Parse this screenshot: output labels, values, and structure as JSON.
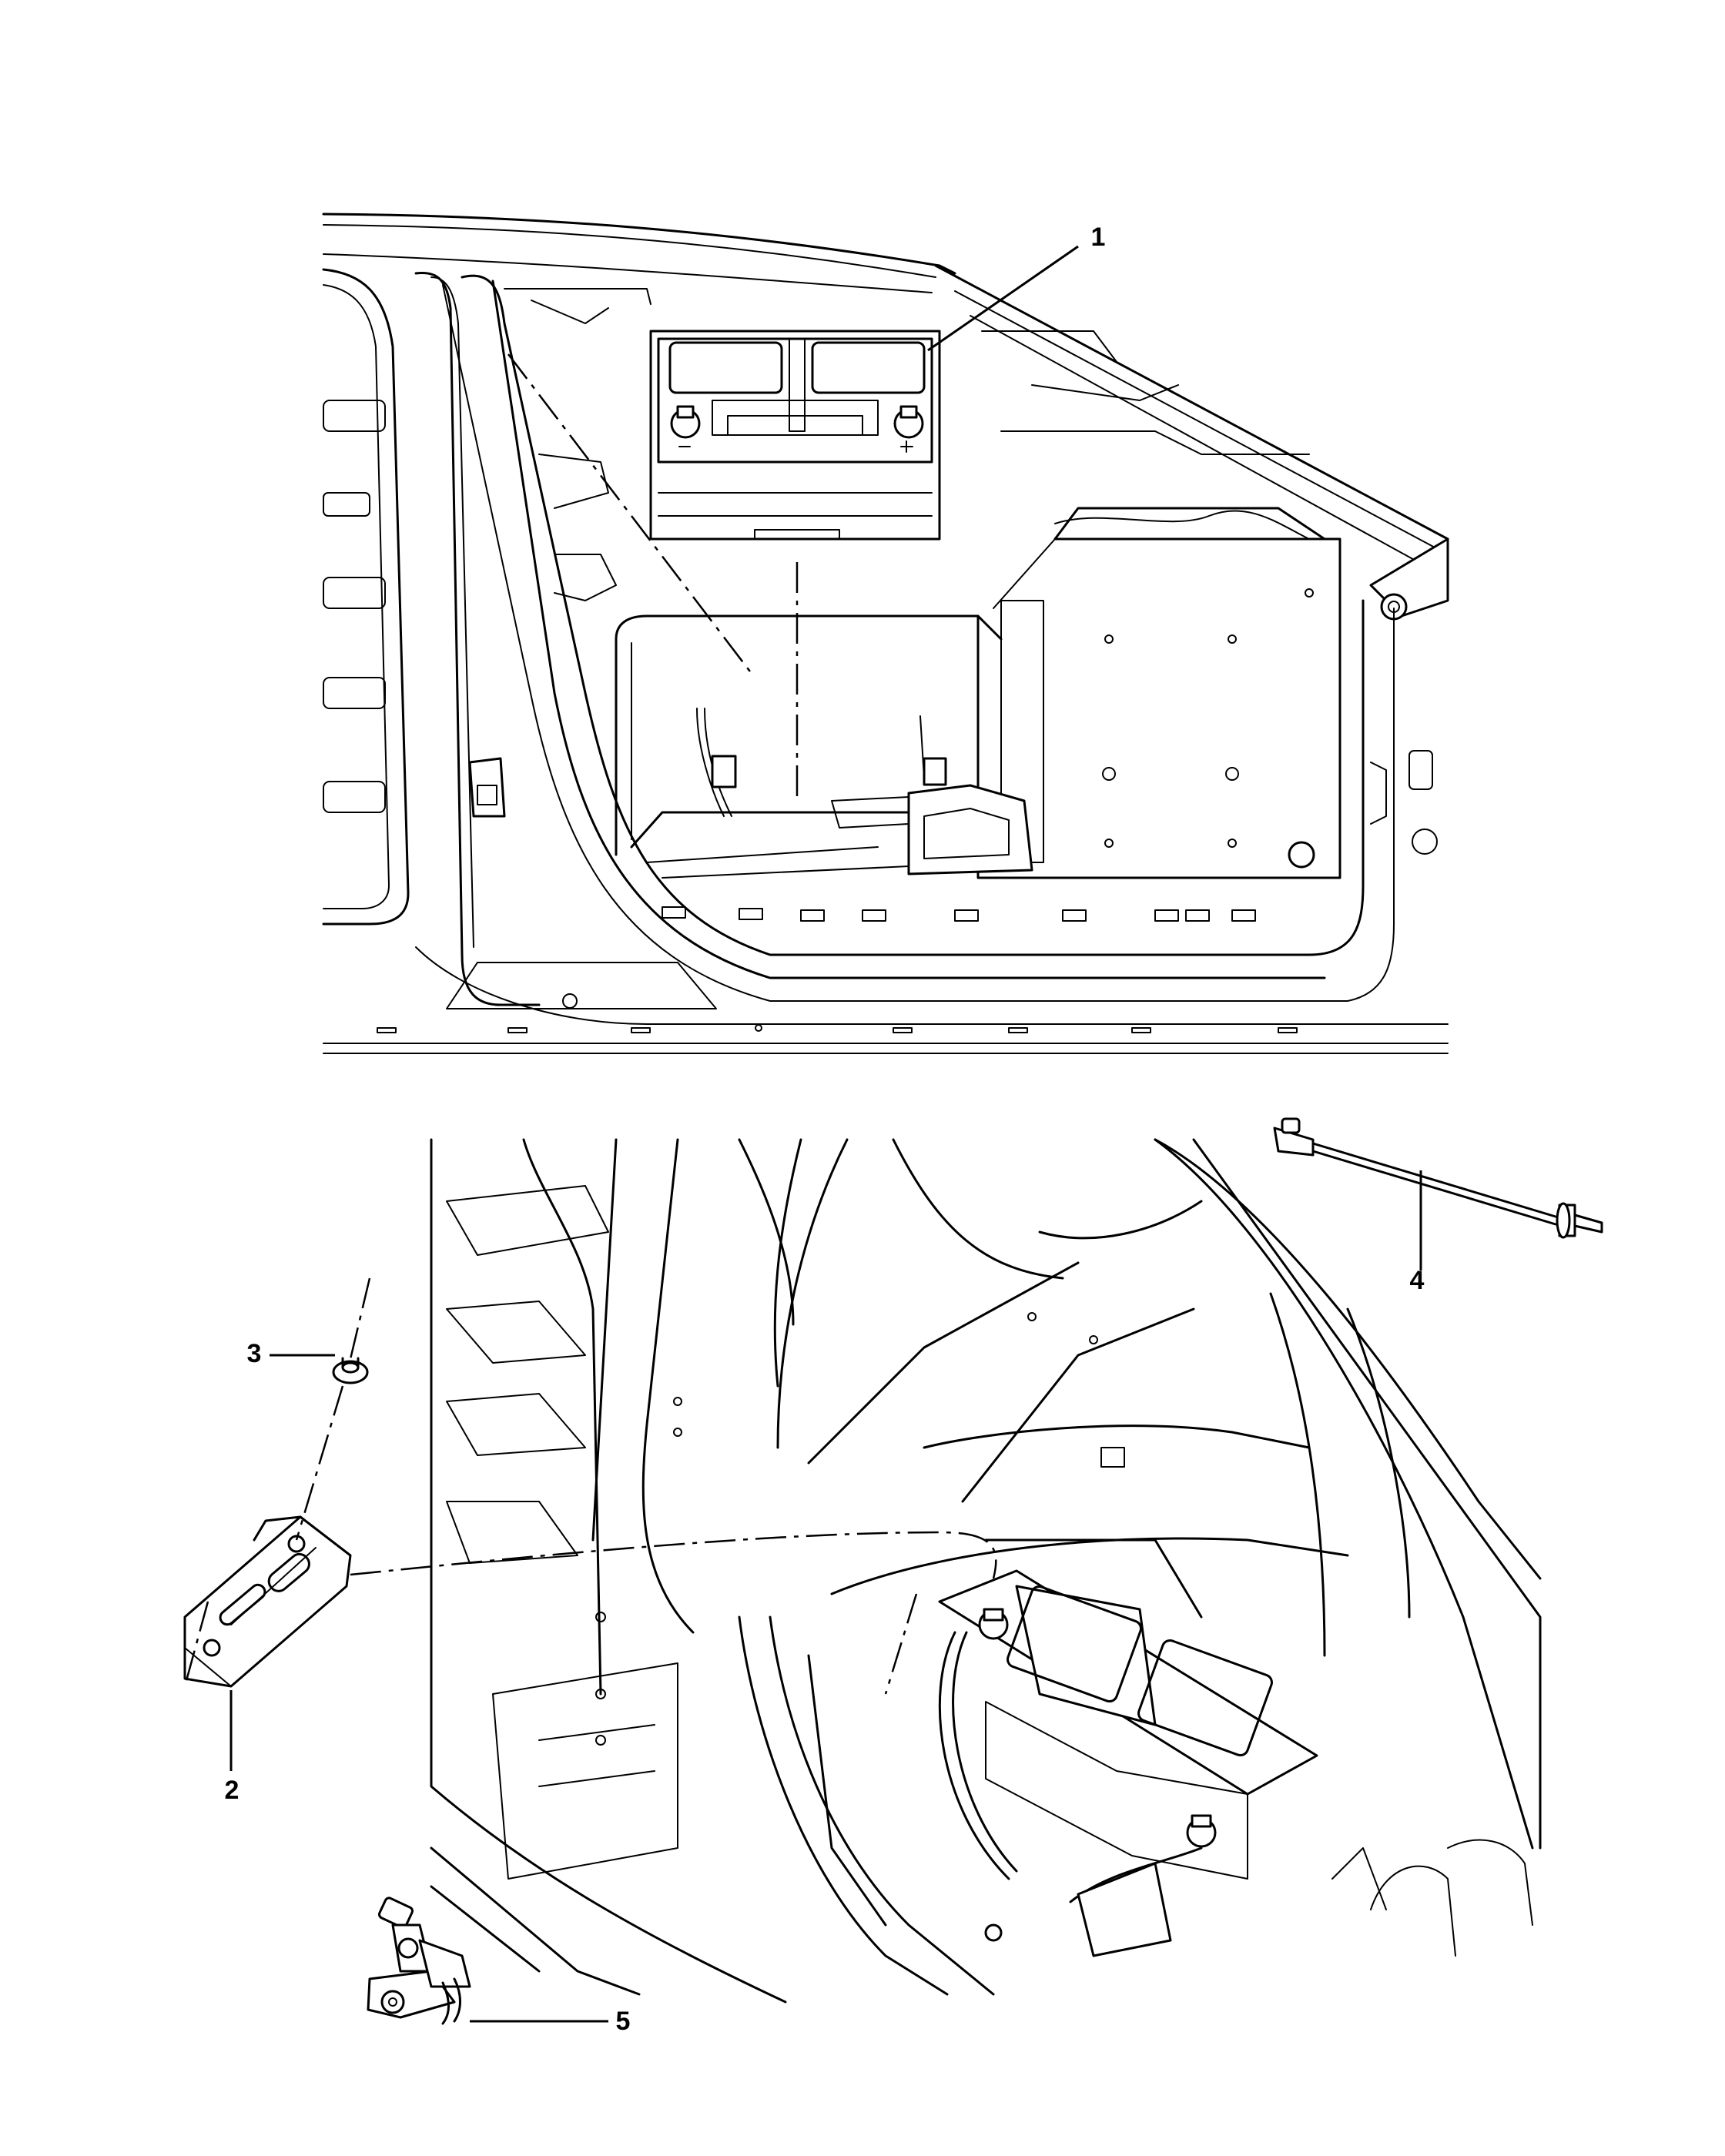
{
  "diagram": {
    "callouts": [
      {
        "id": "1",
        "label": "1"
      },
      {
        "id": "2",
        "label": "2"
      },
      {
        "id": "3",
        "label": "3"
      },
      {
        "id": "4",
        "label": "4"
      },
      {
        "id": "5",
        "label": "5"
      }
    ],
    "parts": [
      {
        "callout": "1",
        "icon": "battery-icon"
      },
      {
        "callout": "2",
        "icon": "hold-down-bracket-icon"
      },
      {
        "callout": "3",
        "icon": "nut-icon"
      },
      {
        "callout": "4",
        "icon": "vent-tube-icon"
      },
      {
        "callout": "5",
        "icon": "terminal-sensor-icon"
      }
    ],
    "line_color": "#000000",
    "background_color": "#ffffff"
  }
}
